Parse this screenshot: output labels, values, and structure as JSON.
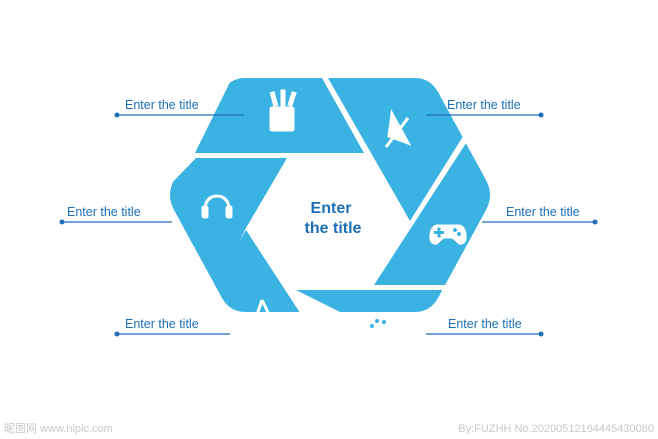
{
  "colors": {
    "segment": "#3ab3e3",
    "line": "#1d6fb8",
    "watermark": "#c9c9c9"
  },
  "center": {
    "line1": "Enter",
    "line2": "the title"
  },
  "segments": [
    {
      "label": "Enter the title",
      "icon": "pencil-cup-icon"
    },
    {
      "label": "Enter the title",
      "icon": "set-square-icon"
    },
    {
      "label": "Enter the title",
      "icon": "gamepad-icon"
    },
    {
      "label": "Enter the title",
      "icon": "palette-icon"
    },
    {
      "label": "Enter the title",
      "icon": "app-store-icon"
    },
    {
      "label": "Enter the title",
      "icon": "headphones-icon"
    }
  ],
  "watermark": {
    "left": "昵图网 www.nipic.com",
    "right": "By:FUZHH No.20200512164445430080"
  }
}
